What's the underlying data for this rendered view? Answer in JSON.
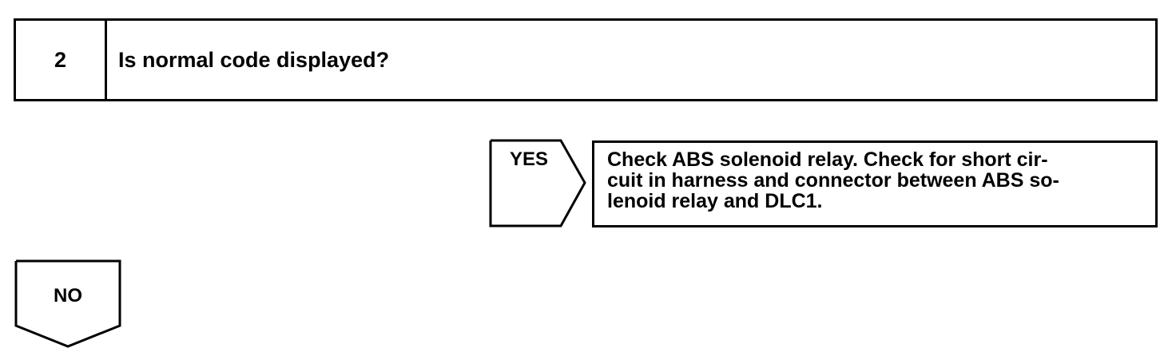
{
  "step": {
    "number": "2",
    "question": "Is normal code displayed?"
  },
  "yes_branch": {
    "label": "YES",
    "result_lines": [
      "Check ABS solenoid relay. Check for short cir-",
      "cuit in harness and connector between ABS so-",
      "lenoid relay and DLC1."
    ]
  },
  "no_branch": {
    "label": "NO"
  }
}
